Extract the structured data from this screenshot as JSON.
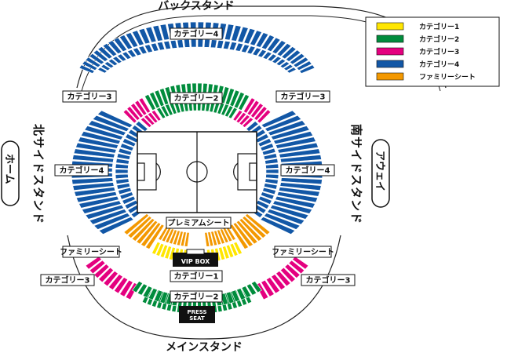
{
  "stands": {
    "back": "バックスタンド",
    "main": "メインスタンド",
    "north": "北サイドスタンド",
    "south": "南サイドスタンド"
  },
  "sides": {
    "home": "ホーム",
    "away": "アウェイ"
  },
  "categories": [
    {
      "id": "cat1",
      "label": "カテゴリー1",
      "color": "#ffe600"
    },
    {
      "id": "cat2",
      "label": "カテゴリー2",
      "color": "#008c3c"
    },
    {
      "id": "cat3",
      "label": "カテゴリー3",
      "color": "#e4007f"
    },
    {
      "id": "cat4",
      "label": "カテゴリー4",
      "color": "#1257a6"
    },
    {
      "id": "family",
      "label": "ファミリーシート",
      "color": "#f39800"
    }
  ],
  "section_labels": {
    "back_cat4": "カテゴリー4",
    "back_cat2": "カテゴリー2",
    "nw_cat3": "カテゴリー3",
    "ne_cat3": "カテゴリー3",
    "north_cat4": "カテゴリー4",
    "south_cat4": "カテゴリー4",
    "premium": "プレミアムシート",
    "family_left": "ファミリーシート",
    "family_right": "ファミリーシート",
    "vip": "VIP BOX",
    "main_cat1": "カテゴリー1",
    "sw_cat3": "カテゴリー3",
    "se_cat3": "カテゴリー3",
    "main_cat2": "カテゴリー2",
    "press_line1": "PRESS",
    "press_line2": "SEAT"
  }
}
